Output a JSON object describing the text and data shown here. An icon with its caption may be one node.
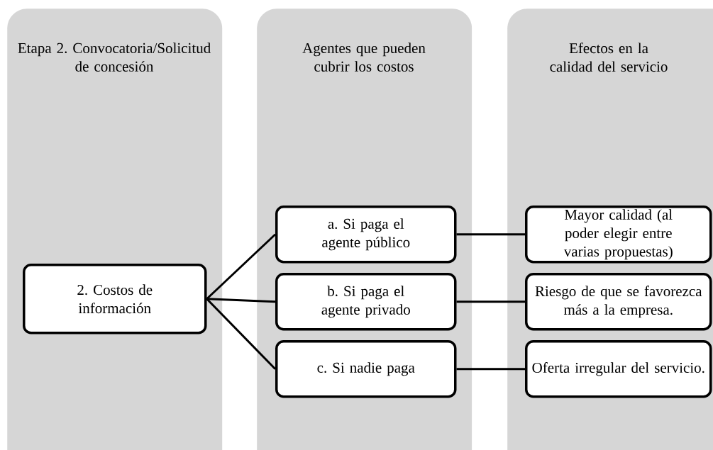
{
  "diagram": {
    "nodes": [
      {
        "text": [
          "Etapa 2. Convocatoria/Solicitud de concesión"
        ]
      },
      {
        "text": [
          "Agentes que pueden cubrir los costos"
        ]
      },
      {
        "text": [
          "Efectos en la calidad del servicio"
        ]
      },
      {
        "text": [
          "2. Costos de información"
        ],
        "in": 0
      },
      {
        "text": [
          "a. Si paga el agente público"
        ],
        "in": 1
      },
      {
        "text": [
          "b. Si paga el agente privado"
        ],
        "in": 1
      },
      {
        "text": [
          "c. Si nadie paga"
        ],
        "in": 1
      },
      {
        "text": [
          "Mayor calidad (al poder elegir entre varias propuestas)"
        ],
        "in": 2
      },
      {
        "text": [
          "Riesgo de que se favorezca más a la empresa."
        ],
        "in": 2
      },
      {
        "text": [
          "Oferta irregular del servicio."
        ],
        "in": 2
      }
    ],
    "edges": [
      {
        "from": 3,
        "to": 4,
        "arrow": "none"
      },
      {
        "from": 3,
        "to": 5,
        "arrow": "none"
      },
      {
        "from": 3,
        "to": 6,
        "arrow": "none"
      },
      {
        "from": 4,
        "to": 7,
        "arrow": "none"
      },
      {
        "from": 5,
        "to": 8,
        "arrow": "none"
      },
      {
        "from": 6,
        "to": 9,
        "arrow": "none"
      }
    ]
  }
}
